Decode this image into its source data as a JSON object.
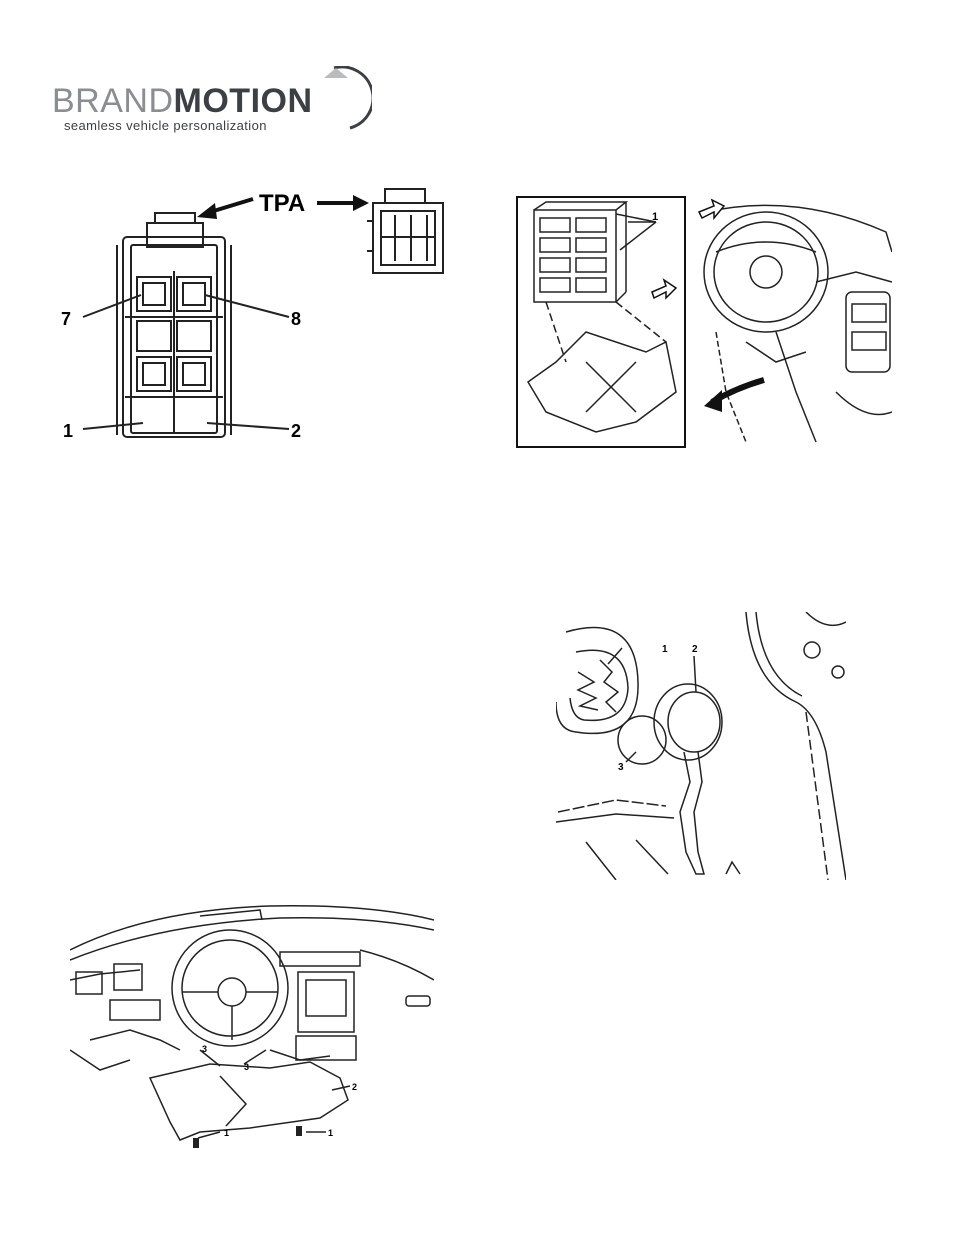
{
  "logo": {
    "word_part1": "BRAND",
    "word_part2": "MOTION",
    "tagline": "seamless vehicle personalization",
    "colors": {
      "light": "#8a8d91",
      "dark": "#3c3f44"
    }
  },
  "figure_connector": {
    "tpa_label": "TPA",
    "pin_labels": {
      "top_left": "7",
      "top_right": "8",
      "bottom_left": "1",
      "bottom_right": "2"
    }
  },
  "figure_fuse_block": {
    "callout": "1"
  },
  "figure_knee_bolster": {
    "callouts": {
      "screw_left": "1",
      "screw_right": "1",
      "panel": "2",
      "clip_left": "3",
      "clip_right": "3"
    }
  },
  "figure_plug": {
    "callouts": {
      "grommet": "1",
      "plug": "2",
      "cap": "3"
    }
  }
}
